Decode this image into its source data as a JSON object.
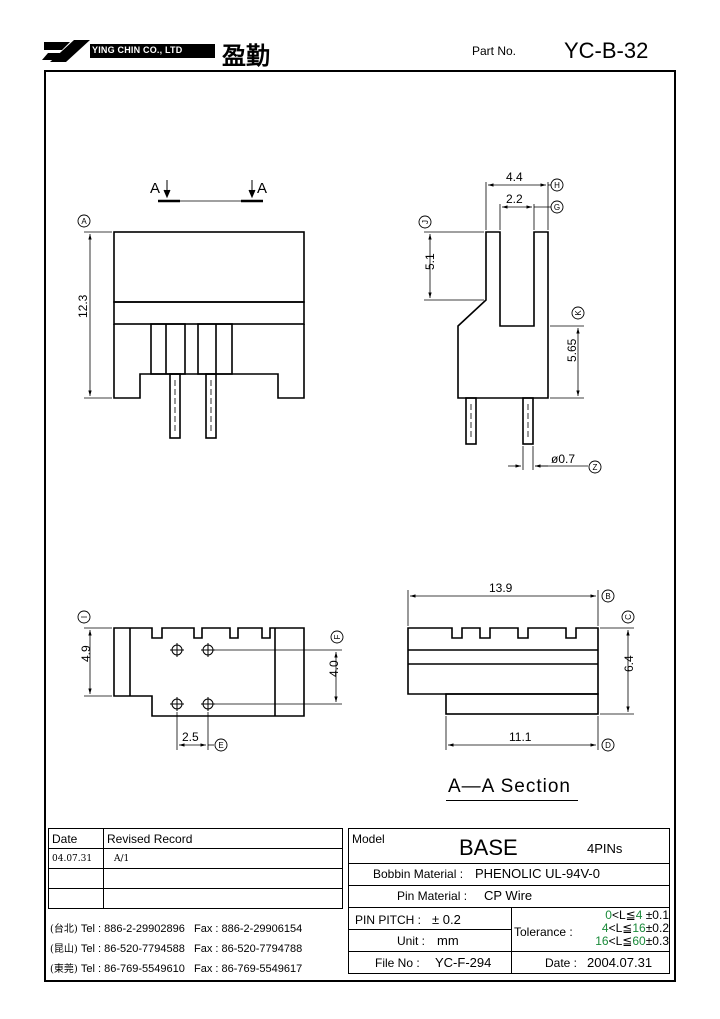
{
  "header": {
    "company": "YING CHIN CO., LTD",
    "company_chinese": "盈勤",
    "part_no_label": "Part  No.",
    "part_no": "YC-B-32"
  },
  "dims": {
    "d_4_4": "4.4",
    "d_2_2": "2.2",
    "d_5_1": "5.1",
    "d_12_3": "12.3",
    "d_5_65": "5.65",
    "d_0_7": "ø0.7",
    "d_13_9": "13.9",
    "d_4_9": "4.9",
    "d_4_0": "4.0",
    "d_6_4": "6.4",
    "d_2_5": "2.5",
    "d_11_1": "11.1"
  },
  "callouts": {
    "A": "A",
    "B": "B",
    "C": "C",
    "D": "D",
    "E": "E",
    "F": "F",
    "G": "G",
    "H": "H",
    "I": "I",
    "J": "J",
    "K": "K",
    "Z": "Z"
  },
  "section_markers": {
    "left": "A",
    "right": "A"
  },
  "section_title": "A—A  Section",
  "revision": {
    "col_date": "Date",
    "col_record": "Revised  Record",
    "rows": [
      {
        "date": "04.07.31",
        "record": "A/1"
      },
      {
        "date": "",
        "record": ""
      },
      {
        "date": "",
        "record": ""
      }
    ]
  },
  "contacts": [
    {
      "city": "(台北)",
      "tel": "Tel : 886-2-29902896",
      "fax": "Fax : 886-2-29906154"
    },
    {
      "city": "(昆山)",
      "tel": "Tel : 86-520-7794588",
      "fax": "Fax : 86-520-7794788"
    },
    {
      "city": "(東莞)",
      "tel": "Tel : 86-769-5549610",
      "fax": "Fax : 86-769-5549617"
    }
  ],
  "info": {
    "model_label": "Model",
    "model_value": "BASE",
    "pins": "4PINs",
    "bobbin_label": "Bobbin  Material :",
    "bobbin_value": "PHENOLIC UL-94V-0",
    "pin_label": "Pin  Material :",
    "pin_value": "CP Wire",
    "pitch_label": "PIN  PITCH :",
    "pitch_value": "± 0.2",
    "unit_label": "Unit :",
    "unit_value": "mm",
    "file_label": "File  No :",
    "file_value": "YC-F-294",
    "tolerance_label": "Tolerance :",
    "tol": [
      {
        "range_lo": "0",
        "op": "<L≦",
        "range_hi": "4",
        "tol": "±0.1"
      },
      {
        "range_lo": "4",
        "op": "<L≦",
        "range_hi": "16",
        "tol": "±0.2"
      },
      {
        "range_lo": "16",
        "op": "<L≦",
        "range_hi": "60",
        "tol": "±0.3"
      }
    ],
    "date_label": "Date :",
    "date_value": "2004.07.31"
  }
}
